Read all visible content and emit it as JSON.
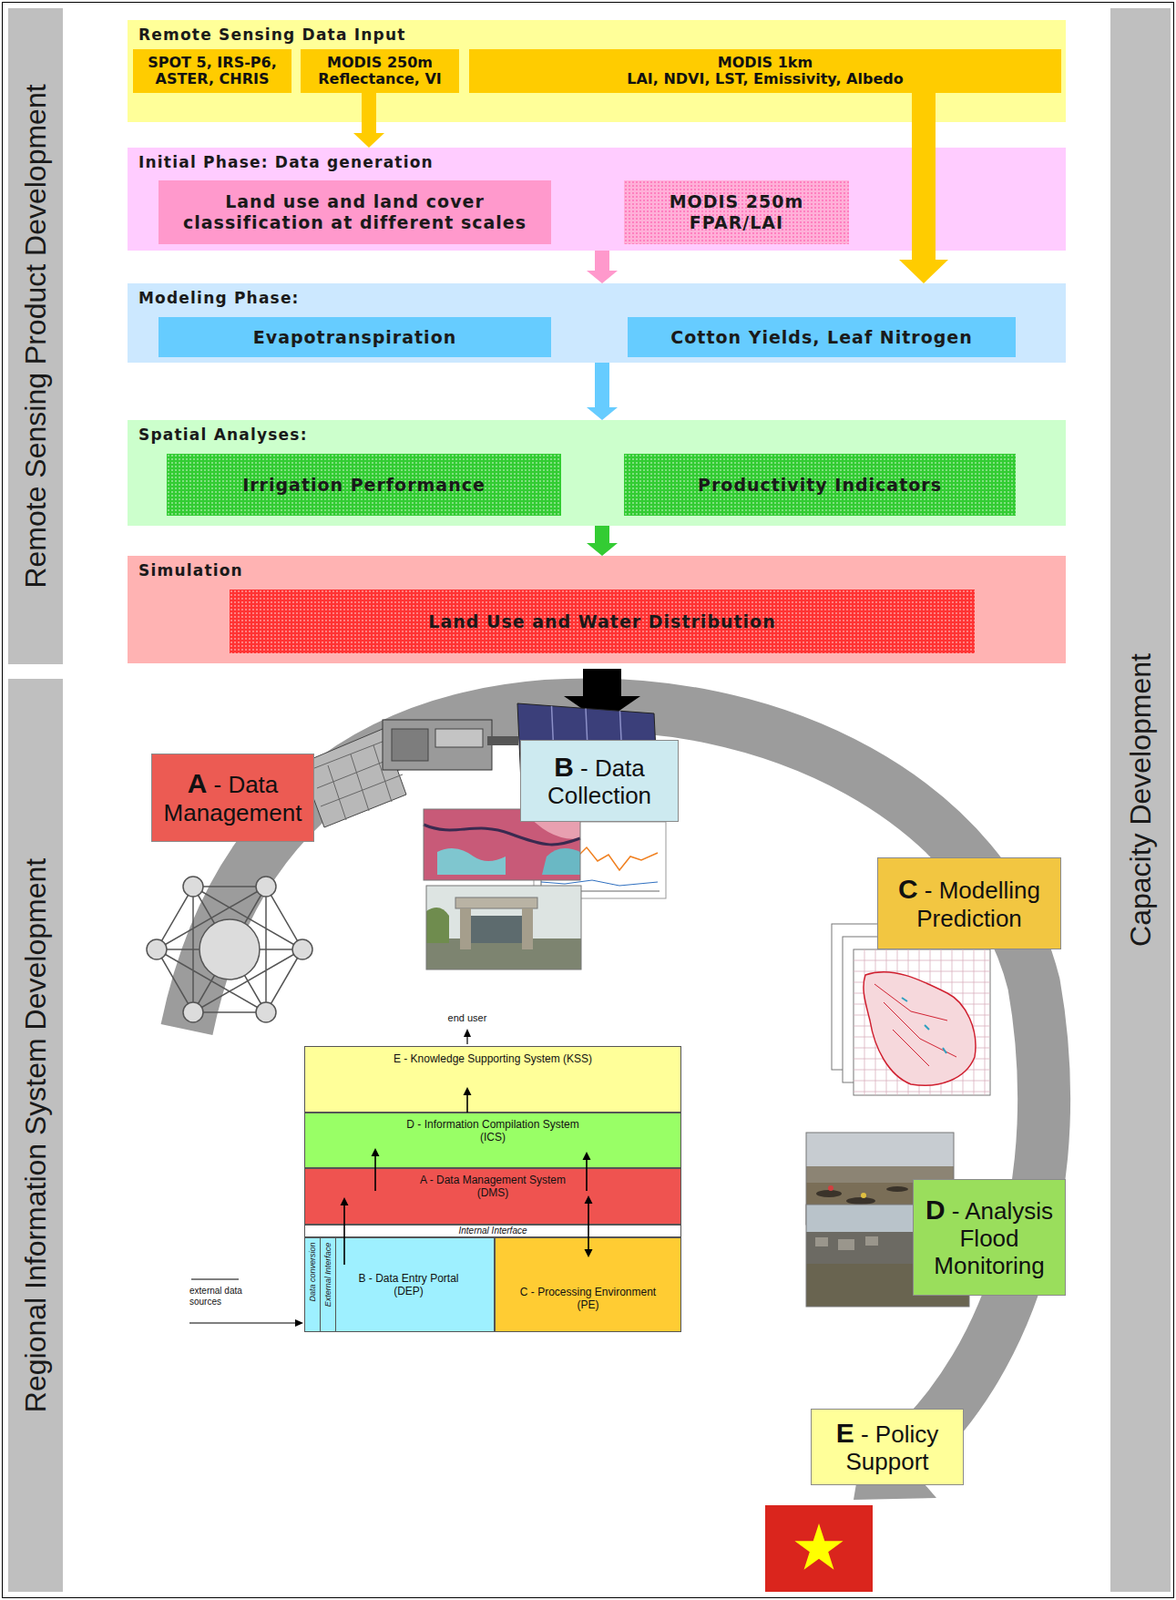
{
  "diagram": {
    "nodes": [
      {
        "text": [
          "Remote Sensing Product Development"
        ]
      },
      {
        "text": [
          "Remote Sensing Data Input"
        ]
      },
      {
        "text": [
          "SPOT 5, IRS-P6, ASTER, CHRIS"
        ],
        "in": 1
      },
      {
        "text": [
          "MODIS 250m",
          "Reflectance, VI"
        ],
        "in": 1
      },
      {
        "text": [
          "MODIS 1km",
          "LAI, NDVI, LST, Emissivity, Albedo"
        ],
        "in": 1
      },
      {
        "text": [
          "Initial Phase: Data generation"
        ]
      },
      {
        "text": [
          "Land use and land cover classification at different scales"
        ],
        "in": 5
      },
      {
        "text": [
          "MODIS 250m",
          "FPAR/LAI"
        ],
        "in": 5
      },
      {
        "text": [
          "Modeling Phase:"
        ]
      },
      {
        "text": [
          "Evapotranspiration"
        ],
        "in": 8
      },
      {
        "text": [
          "Cotton Yields, Leaf Nitrogen"
        ],
        "in": 8
      },
      {
        "text": [
          "Spatial Analyses:"
        ]
      },
      {
        "text": [
          "Irrigation Performance"
        ],
        "in": 11
      },
      {
        "text": [
          "Productivity Indicators"
        ],
        "in": 11
      },
      {
        "text": [
          "Simulation"
        ]
      },
      {
        "text": [
          "Land Use and Water Distribution"
        ],
        "in": 14
      },
      {
        "text": [
          "Capacity Development"
        ]
      },
      {
        "text": [
          "Regional Information System Development"
        ]
      },
      {
        "text": [
          "A - Data Management"
        ]
      },
      {
        "text": [
          "B - Data Collection"
        ]
      },
      {
        "text": [
          "C - Modelling Prediction"
        ]
      },
      {
        "text": [
          "E - Knowledge Supporting System (KSS)"
        ]
      },
      {
        "text": [
          "D - Information Compilation System (ICS)"
        ]
      },
      {
        "text": [
          "A - Data Management System (DMS)"
        ]
      },
      {
        "text": [
          "Internal Interface"
        ]
      },
      {
        "text": [
          "B - Data Entry Portal (DEP)"
        ]
      },
      {
        "text": [
          "Data conversion"
        ],
        "in": 25
      },
      {
        "text": [
          "External Interface"
        ],
        "in": 25
      },
      {
        "text": [
          "C - Processing Environment (PE)"
        ]
      },
      {
        "text": [
          "D - Analysis Flood Monitoring"
        ]
      },
      {
        "text": [
          "E - Policy Support"
        ]
      }
    ],
    "edges": [
      {
        "from": 3,
        "to": 5,
        "arrow": "to"
      },
      {
        "from": 4,
        "to": 8,
        "arrow": "to"
      },
      {
        "from": 5,
        "to": 8,
        "arrow": "to"
      },
      {
        "from": 8,
        "to": 11,
        "arrow": "to"
      },
      {
        "from": 11,
        "to": 14,
        "arrow": "to"
      },
      {
        "from": 22,
        "to": 21,
        "arrow": "to"
      },
      {
        "from": 23,
        "to": 22,
        "arrow": "to"
      },
      {
        "from": 23,
        "to": 22,
        "arrow": "to"
      },
      {
        "from": 25,
        "to": 23,
        "arrow": "to"
      },
      {
        "from": 23,
        "to": 28,
        "arrow": "both"
      }
    ],
    "labels": [
      "end user",
      "external data sources"
    ]
  }
}
